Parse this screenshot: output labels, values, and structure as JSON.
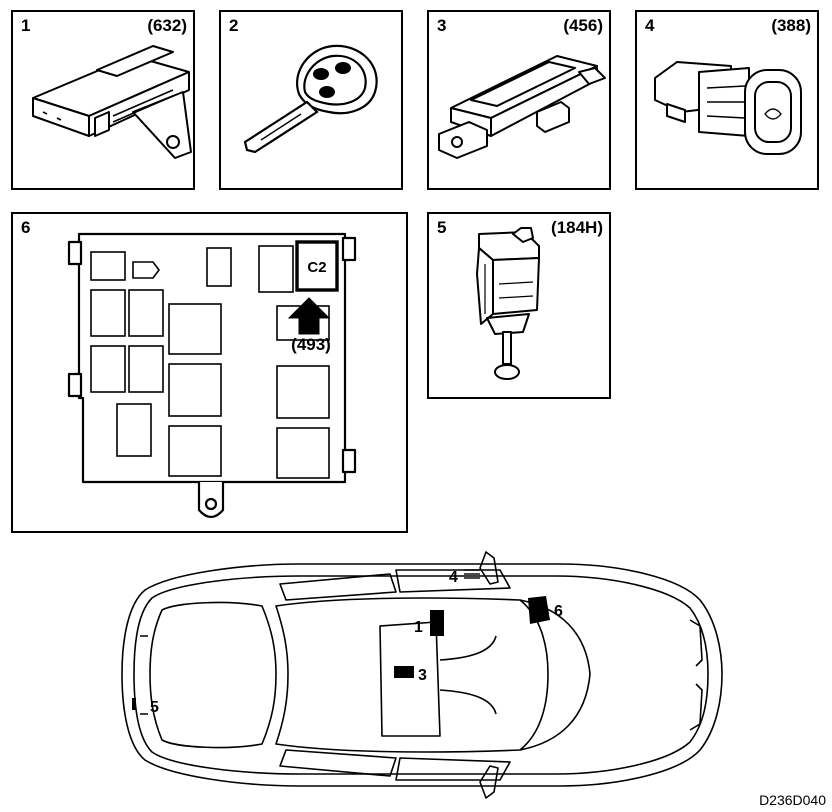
{
  "panels": [
    {
      "number": "1",
      "code": "(632)"
    },
    {
      "number": "2",
      "code": ""
    },
    {
      "number": "3",
      "code": "(456)"
    },
    {
      "number": "4",
      "code": "(388)"
    },
    {
      "number": "6",
      "code": ""
    },
    {
      "number": "5",
      "code": "(184H)"
    }
  ],
  "fuse_box": {
    "connector_label": "C2",
    "arrow_label": "(493)"
  },
  "car_callouts": {
    "c1": "1",
    "c3": "3",
    "c4": "4",
    "c5": "5",
    "c6": "6"
  },
  "figure_id": "D236D040"
}
